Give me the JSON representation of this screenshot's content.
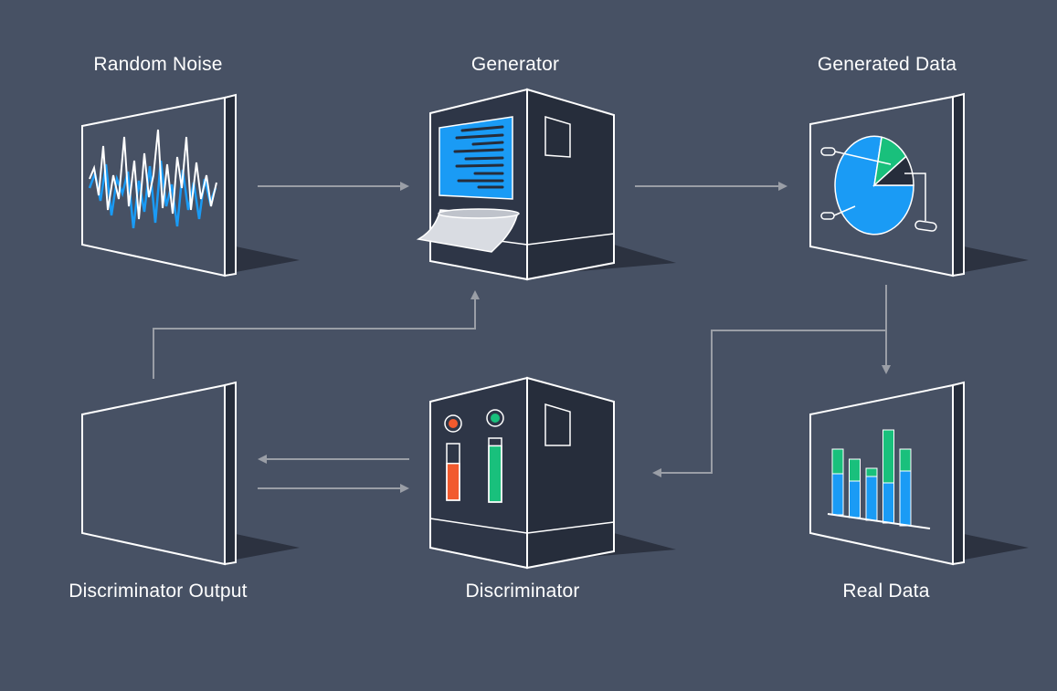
{
  "nodes": {
    "random_noise": "Random Noise",
    "generator": "Generator",
    "generated_data": "Generated Data",
    "discriminator_output": "Discriminator Output",
    "discriminator": "Discriminator",
    "real_data": "Real Data"
  },
  "colors": {
    "background": "#475164",
    "panel_dark": "#262d3b",
    "panel_mid": "#2e3647",
    "outline": "#ffffff",
    "arrow": "#9a9ea6",
    "blue": "#1a9bf5",
    "green": "#19c07c",
    "red": "#f25a2e",
    "shadow": "#2c3240"
  },
  "chart_glyphs": {
    "pie_slices_fraction": [
      0.78,
      0.12,
      0.1
    ],
    "bar_blue_fraction": [
      0.45,
      0.4,
      0.48,
      0.44,
      0.6
    ],
    "bar_green_fraction": [
      0.27,
      0.24,
      0.09,
      0.58,
      0.24
    ],
    "discriminator_gauges_fraction": [
      0.65,
      0.88
    ]
  }
}
